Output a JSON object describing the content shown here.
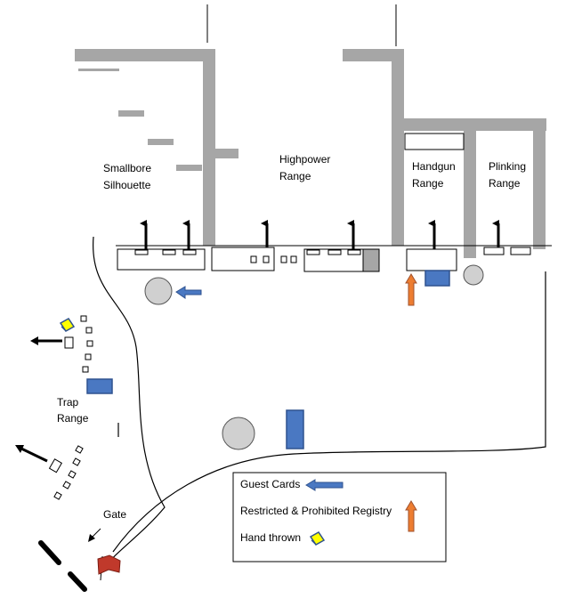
{
  "labels": {
    "smallbore_line1": "Smallbore",
    "smallbore_line2": "Silhouette",
    "highpower_line1": "Highpower",
    "highpower_line2": "Range",
    "handgun_line1": "Handgun",
    "handgun_line2": "Range",
    "plinking_line1": "Plinking",
    "plinking_line2": "Range",
    "trap_line1": "Trap",
    "trap_line2": "Range",
    "gate": "Gate"
  },
  "legend": {
    "guest_cards": "Guest Cards",
    "registry": "Restricted & Prohibited Registry",
    "hand_thrown": "Hand thrown"
  },
  "colors": {
    "wall": "#a6a6a6",
    "blue_box": "#4a78c2",
    "blue_stroke": "#2f528f",
    "orange": "#ed7d31",
    "yellow": "#ffff00",
    "circle_fill": "#d0d0d0",
    "flag": "#c0392b"
  },
  "icons": {
    "guest_cards_arrow": "left-arrow-icon",
    "registry_arrow": "up-arrow-icon",
    "hand_thrown": "hand-thrower-icon",
    "gate_flag": "flag-icon"
  }
}
